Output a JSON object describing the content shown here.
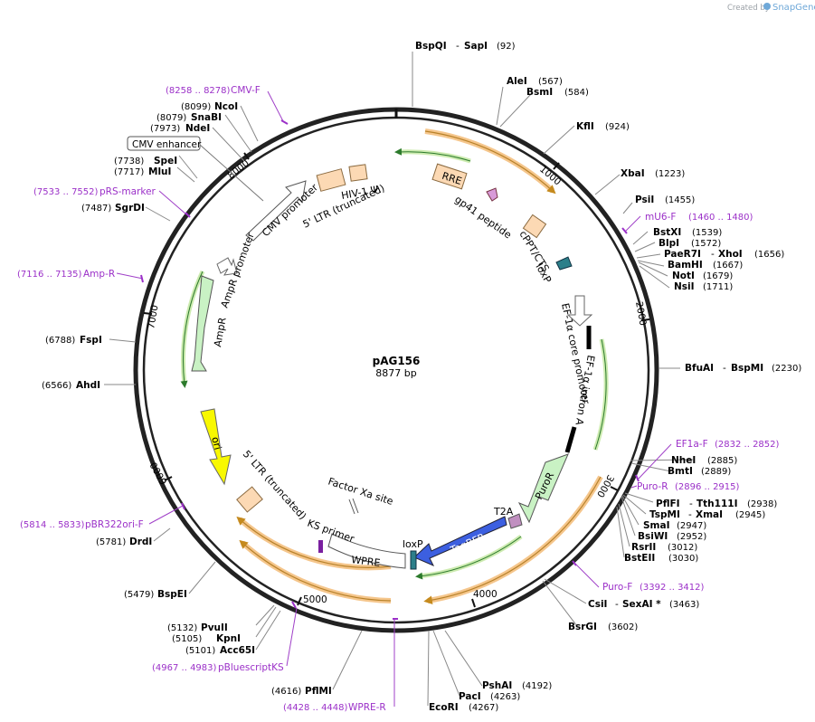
{
  "plasmid": {
    "name": "pAG156",
    "length": "8877 bp"
  },
  "credit": {
    "prefix": "Created by",
    "brand": "SnapGene"
  },
  "ticks": [
    "1000",
    "2000",
    "3000",
    "4000",
    "5000",
    "6000",
    "7000",
    "8000"
  ],
  "sites": {
    "bspqi": "BspQI",
    "sapi": "SapI",
    "bspqi_pos": "(92)",
    "alei": "AleI",
    "alei_pos": "(567)",
    "bsmi": "BsmI",
    "bsmi_pos": "(584)",
    "kfli": "KflI",
    "kfli_pos": "(924)",
    "xbai": "XbaI",
    "xbai_pos": "(1223)",
    "psii": "PsiI",
    "psii_pos": "(1455)",
    "bstxi": "BstXI",
    "bstxi_pos": "(1539)",
    "blpi": "BlpI",
    "blpi_pos": "(1572)",
    "paer7i": "PaeR7I",
    "xhoi": "XhoI",
    "xhoi_pos": "(1656)",
    "bamhi": "BamHI",
    "bamhi_pos": "(1667)",
    "noti": "NotI",
    "noti_pos": "(1679)",
    "nsii": "NsiI",
    "nsii_pos": "(1711)",
    "bfuai": "BfuAI",
    "bspmi": "BspMI",
    "bfuai_pos": "(2230)",
    "nhei": "NheI",
    "nhei_pos": "(2885)",
    "bmti": "BmtI",
    "bmti_pos": "(2889)",
    "pflfi": "PflFI",
    "tth111i": "Tth111I",
    "pflfi_pos": "(2938)",
    "tspmi": "TspMI",
    "xmai": "XmaI",
    "tspmi_pos": "(2945)",
    "smai": "SmaI",
    "smai_pos": "(2947)",
    "bsiwi": "BsiWI",
    "bsiwi_pos": "(2952)",
    "rsrii": "RsrII",
    "rsrii_pos": "(3012)",
    "bsteii": "BstEII",
    "bsteii_pos": "(3030)",
    "csii": "CsiI",
    "sexai": "SexAI *",
    "csii_pos": "(3463)",
    "bsrgi": "BsrGI",
    "bsrgi_pos": "(3602)",
    "pshai": "PshAI",
    "pshai_pos": "(4192)",
    "paci": "PacI",
    "paci_pos": "(4263)",
    "ecori": "EcoRI",
    "ecori_pos": "(4267)",
    "pflmi": "PflMI",
    "pflmi_pos": "(4616)",
    "acc65i": "Acc65I",
    "acc65i_pos": "(5101)",
    "kpni": "KpnI",
    "kpni_pos": "(5105)",
    "pvuii": "PvuII",
    "pvuii_pos": "(5132)",
    "bspei": "BspEI",
    "bspei_pos": "(5479)",
    "drdi": "DrdI",
    "drdi_pos": "(5781)",
    "ahdi": "AhdI",
    "ahdi_pos": "(6566)",
    "fspi": "FspI",
    "fspi_pos": "(6788)",
    "sgrdi": "SgrDI",
    "sgrdi_pos": "(7487)",
    "mlui": "MluI",
    "mlui_pos": "(7717)",
    "spei": "SpeI",
    "spei_pos": "(7738)",
    "ndei": "NdeI",
    "ndei_pos": "(7973)",
    "snabi": "SnaBI",
    "snabi_pos": "(8079)",
    "ncoi": "NcoI",
    "ncoi_pos": "(8099)"
  },
  "primers": {
    "cmvf": "CMV-F",
    "cmvf_pos": "(8258 .. 8278)",
    "prs": "pRS-marker",
    "prs_pos": "(7533 .. 7552)",
    "ampr": "Amp-R",
    "ampr_pos": "(7116 .. 7135)",
    "mu6": "mU6-F",
    "mu6_pos": "(1460 .. 1480)",
    "ef1a": "EF1a-F",
    "ef1a_pos": "(2832 .. 2852)",
    "puror": "Puro-R",
    "puror_pos": "(2896 .. 2915)",
    "purof": "Puro-F",
    "purof_pos": "(3392 .. 3412)",
    "pbr": "pBR322ori-F",
    "pbr_pos": "(5814 .. 5833)",
    "pbks": "pBluescriptKS",
    "pbks_pos": "(4967 .. 4983)",
    "wprer": "WPRE-R",
    "wprer_pos": "(4428 .. 4448)"
  },
  "features": {
    "cmv_enhancer": "CMV enhancer",
    "cmv_promoter": "CMV promoter",
    "ltr5_top": "5' LTR (truncated)",
    "hiv": "HIV-1 Ψ",
    "rre": "RRE",
    "gp41": "gp41 peptide",
    "cppt": "cPPT/CTS",
    "loxp_top": "loxP",
    "ef1a_core": "EF-1α core promoter",
    "ef1a_intron": "EF-1α intron A",
    "puror": "PuroR",
    "t2a": "T2A",
    "tagbfp": "TagBFP",
    "loxp_bottom": "loxP",
    "wpre": "WPRE",
    "ks_primer": "KS primer",
    "factor_xa": "Factor Xa site",
    "ltr5_bottom": "5' LTR (truncated)",
    "ori": "ori",
    "ampr": "AmpR",
    "ampr_promoter": "AmpR promoter"
  }
}
